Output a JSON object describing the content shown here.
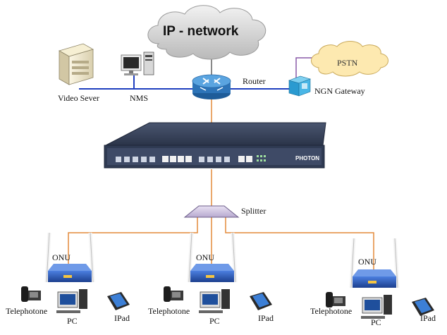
{
  "diagram": {
    "cloud_label": "IP - network",
    "pstn_label": "PSTN",
    "router_label": "Router",
    "gateway_label": "NGN Gateway",
    "video_server_label": "Video Sever",
    "nms_label": "NMS",
    "splitter_label": "Splitter",
    "olt_brand": "PHOTON",
    "onu_label": "ONU",
    "endpoints": [
      {
        "onu": "ONU",
        "phone": "Telephotone",
        "pc": "PC",
        "tablet": "IPad"
      },
      {
        "onu": "ONU",
        "phone": "Telephotone",
        "pc": "PC",
        "tablet": "IPad"
      },
      {
        "onu": "ONU",
        "phone": "Telephotone",
        "pc": "PC",
        "tablet": "IPad"
      }
    ],
    "colors": {
      "lan_link": "#1f3fbf",
      "fiber_link": "#e38a3a",
      "pstn_link": "#8a5aa8",
      "cloud_gray": "#d6d6d6",
      "pstn_cloud": "#fde9b0",
      "router_blue": "#3a86c8",
      "olt_body": "#2f3a52",
      "onu_body": "#2a5cc0"
    }
  }
}
